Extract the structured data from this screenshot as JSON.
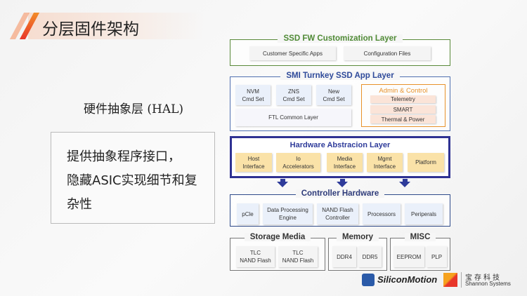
{
  "page_title": "分层固件架构",
  "hal_label": "硬件抽象层 (HAL)",
  "description_lines": [
    "提供抽象程序接口，",
    "隐藏ASIC实现细节和复",
    "杂性"
  ],
  "customization": {
    "title": "SSD FW Customization Layer",
    "items": [
      "Customer Specific Apps",
      "Configuration Files"
    ]
  },
  "smi_app": {
    "title": "SMI Turnkey SSD App Layer",
    "cmd_sets": [
      [
        "NVM",
        "Cmd Set"
      ],
      [
        "ZNS",
        "Cmd Set"
      ],
      [
        "New",
        "Cmd Set"
      ]
    ],
    "ftl": "FTL Common Layer",
    "admin": {
      "title": "Admin & Control",
      "items": [
        "Telemetry",
        "SMART",
        "Thermal & Power"
      ]
    }
  },
  "hal": {
    "title": "Hardware Abstracion Layer",
    "items": [
      [
        "Host",
        "Interface"
      ],
      [
        "Io",
        "Accelerators"
      ],
      [
        "Media",
        "Interface"
      ],
      [
        "Mgmt",
        "Interface"
      ],
      [
        "Platform",
        ""
      ]
    ]
  },
  "controller": {
    "title": "Controller Hardware",
    "items": [
      [
        "pCle",
        ""
      ],
      [
        "Data Processing",
        "Engine"
      ],
      [
        "NAND Flash",
        "Controller"
      ],
      [
        "Processors",
        ""
      ],
      [
        "Periperals",
        ""
      ]
    ]
  },
  "storage": {
    "title": "Storage Media",
    "items": [
      [
        "TLC",
        "NAND Flash"
      ],
      [
        "TLC",
        "NAND Flash"
      ]
    ]
  },
  "memory": {
    "title": "Memory",
    "items": [
      "DDR4",
      "DDR5"
    ]
  },
  "misc": {
    "title": "MISC",
    "items": [
      "EEPROM",
      "PLP"
    ]
  },
  "logos": {
    "silicon_motion": "SiliconMotion",
    "shannon_cn": "宝存科技",
    "shannon_en": "Shannon Systems"
  },
  "colors": {
    "green": "#5a8a3a",
    "blue": "#2e4a9a",
    "orange": "#e8922a",
    "navy": "#2e3192",
    "accent_red": "#e8452a"
  }
}
